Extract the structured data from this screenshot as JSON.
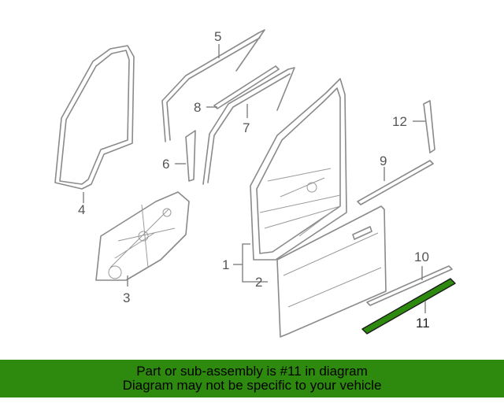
{
  "callouts": {
    "c1": "1",
    "c2": "2",
    "c3": "3",
    "c4": "4",
    "c5": "5",
    "c6": "6",
    "c7": "7",
    "c8": "8",
    "c9": "9",
    "c10": "10",
    "c11": "11",
    "c12": "12"
  },
  "highlight_color": "#2e8a0f",
  "banner": {
    "line1": "Part or sub-assembly is #11 in diagram",
    "line2": "Diagram may not be specific to your vehicle"
  }
}
